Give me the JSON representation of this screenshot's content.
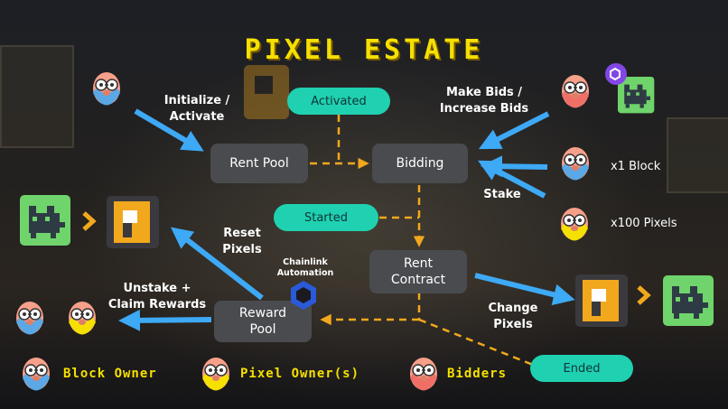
{
  "title": "PIXEL ESTATE",
  "nodes": {
    "rent_pool": "Rent Pool",
    "bidding": "Bidding",
    "rent_contract": "Rent\nContract",
    "reward_pool": "Reward\nPool"
  },
  "states": {
    "activated": "Activated",
    "started": "Started",
    "ended": "Ended"
  },
  "labels": {
    "initialize": "Initialize /\nActivate",
    "make_bids": "Make Bids /\nIncrease Bids",
    "stake": "Stake",
    "x1_block": "x1 Block",
    "x100_pixels": "x100 Pixels",
    "reset_pixels": "Reset\nPixels",
    "chainlink": "Chainlink\nAutomation",
    "unstake": "Unstake +\nClaim Rewards",
    "change_pixels": "Change\nPixels"
  },
  "legend": {
    "block_owner": "Block Owner",
    "pixel_owner": "Pixel Owner(s)",
    "bidders": "Bidders"
  },
  "colors": {
    "block_owner": "#5aa8e6",
    "pixel_owner": "#f5e000",
    "bidders": "#ef6f66",
    "state_pill": "#1fd1b0",
    "node": "#4a4b4f",
    "arrow": "#3ea9f5",
    "dashed": "#f2a81d",
    "logo_orange": "#f2a81d",
    "cat_green": "#6fd46b"
  },
  "icons": [
    "avatar-icon",
    "pixel-cat-icon",
    "pixel-estate-logo-icon",
    "polygon-icon",
    "chainlink-icon",
    "chevron-right-icon"
  ]
}
